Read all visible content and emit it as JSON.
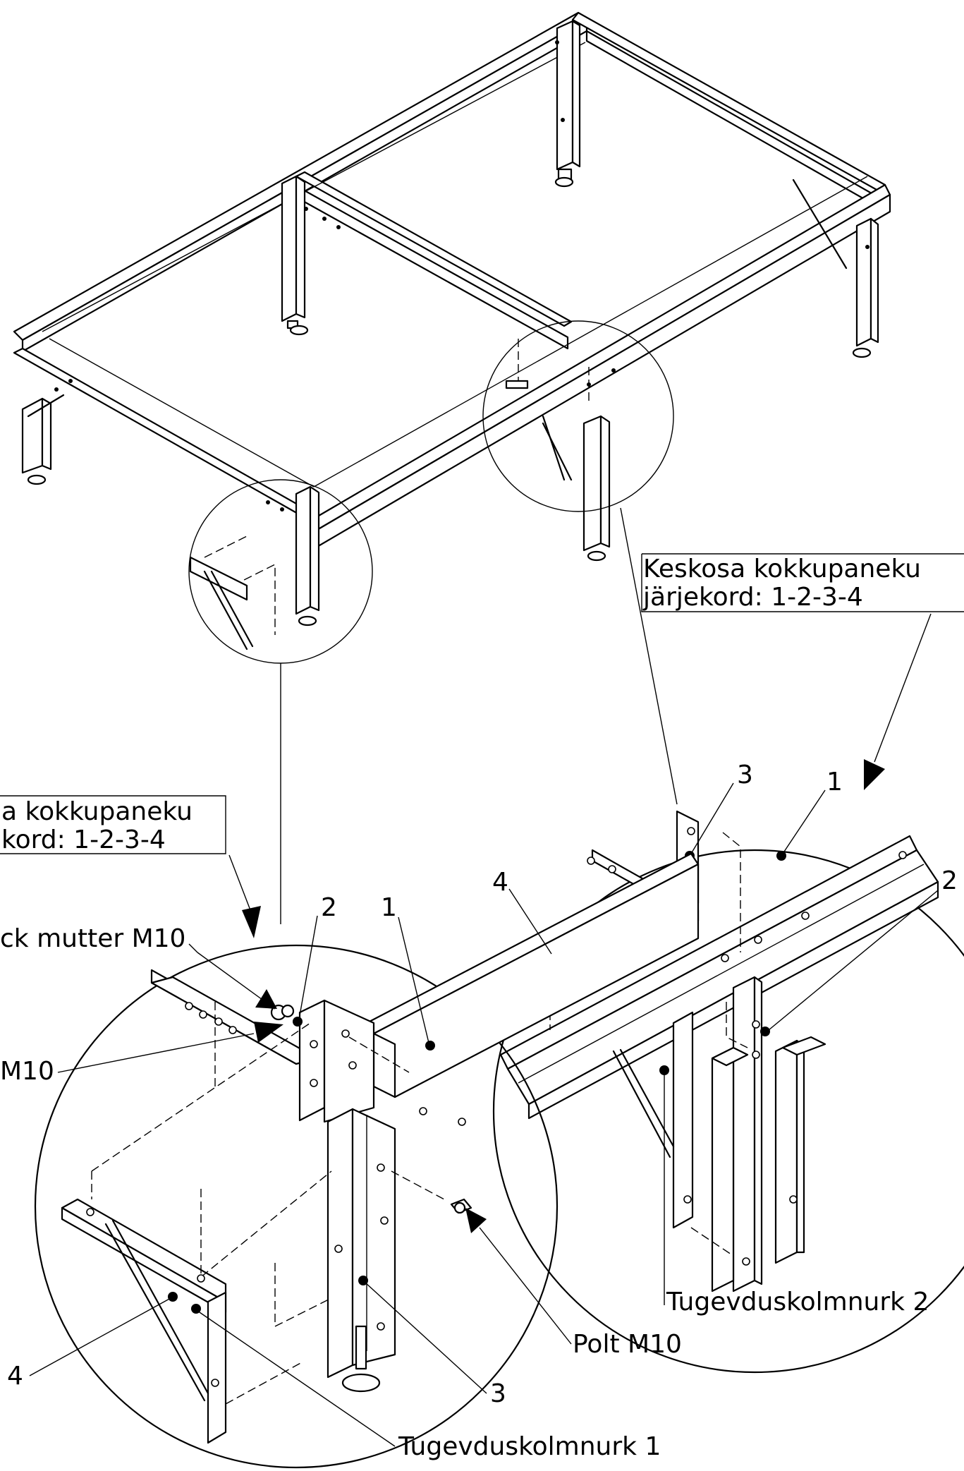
{
  "callouts": {
    "center_note_line1": "Keskosa kokkupaneku",
    "center_note_line2": "järjekord: 1-2-3-4",
    "corner_note_line1": "a kokkupaneku",
    "corner_note_line2": "kord: 1-2-3-4"
  },
  "labels": {
    "c1": "1",
    "c2": "2",
    "c3": "3",
    "c4": "4",
    "l1": "1",
    "l2": "2",
    "l3": "3",
    "l4": "4",
    "lock_nut": "ck mutter M10",
    "washer": "M10",
    "bolt": "Polt M10",
    "bracket1": "Tugevduskolmnurk 1",
    "bracket2": "Tugevduskolmnurk 2"
  }
}
